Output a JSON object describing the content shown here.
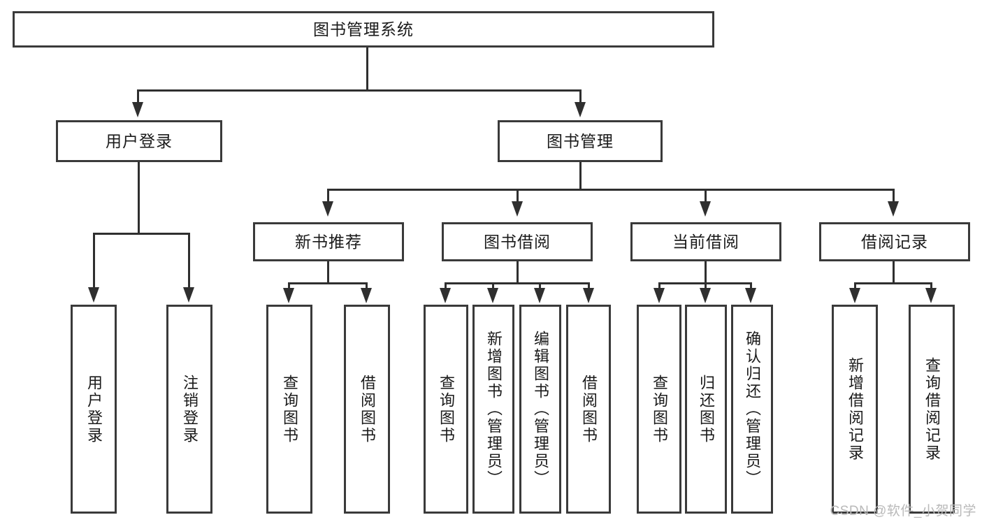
{
  "diagram": {
    "type": "tree-flowchart",
    "title": "图书管理系统",
    "watermark": "CSDN @软件_小贺同学",
    "levels": {
      "root": {
        "label": "图书管理系统"
      },
      "level2": [
        {
          "id": "user-login",
          "label": "用户登录"
        },
        {
          "id": "book-manage",
          "label": "图书管理"
        }
      ],
      "level3": [
        {
          "id": "new-book-recommend",
          "label": "新书推荐",
          "parent": "book-manage"
        },
        {
          "id": "book-borrow",
          "label": "图书借阅",
          "parent": "book-manage"
        },
        {
          "id": "current-borrow",
          "label": "当前借阅",
          "parent": "book-manage"
        },
        {
          "id": "borrow-record",
          "label": "借阅记录",
          "parent": "book-manage"
        }
      ],
      "leaves": [
        {
          "id": "leaf-user-login",
          "label": "用户登录",
          "parent": "user-login"
        },
        {
          "id": "leaf-logout-login",
          "label": "注销登录",
          "parent": "user-login"
        },
        {
          "id": "leaf-query-book-1",
          "label": "查询图书",
          "parent": "new-book-recommend"
        },
        {
          "id": "leaf-borrow-book-1",
          "label": "借阅图书",
          "parent": "new-book-recommend"
        },
        {
          "id": "leaf-query-book-2",
          "label": "查询图书",
          "parent": "book-borrow"
        },
        {
          "id": "leaf-add-book",
          "label": "新增图书（管理员）",
          "parent": "book-borrow"
        },
        {
          "id": "leaf-edit-book",
          "label": "编辑图书（管理员）",
          "parent": "book-borrow"
        },
        {
          "id": "leaf-borrow-book-2",
          "label": "借阅图书",
          "parent": "book-borrow"
        },
        {
          "id": "leaf-query-book-3",
          "label": "查询图书",
          "parent": "current-borrow"
        },
        {
          "id": "leaf-return-book",
          "label": "归还图书",
          "parent": "current-borrow"
        },
        {
          "id": "leaf-confirm-return",
          "label": "确认归还（管理员）",
          "parent": "current-borrow"
        },
        {
          "id": "leaf-add-record",
          "label": "新增借阅记录",
          "parent": "borrow-record"
        },
        {
          "id": "leaf-query-record",
          "label": "查询借阅记录",
          "parent": "borrow-record"
        }
      ]
    },
    "colors": {
      "stroke": "#2f2f2f",
      "box_border": "#3a3a3a",
      "background": "#ffffff",
      "text": "#1a1a1a",
      "watermark": "#b9b9b9"
    }
  }
}
